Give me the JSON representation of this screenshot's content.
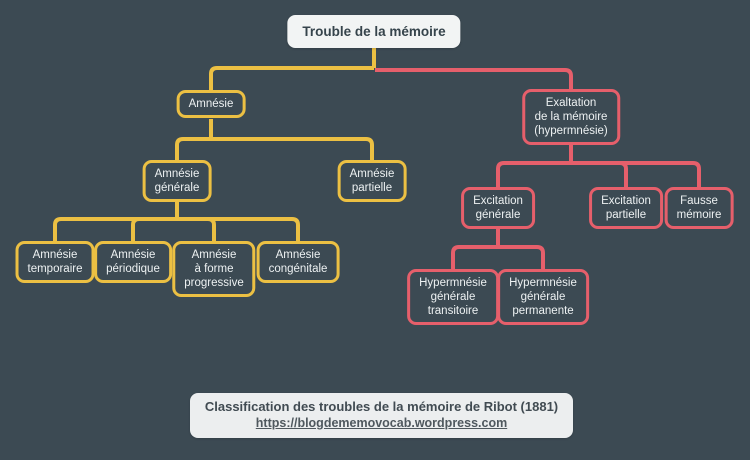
{
  "colors": {
    "background": "#3C4A53",
    "amnesia_branch": "#ECC043",
    "hypermnesia_branch": "#E65F6B",
    "node_text": "#EDF1F2",
    "root_box_bg": "#F2F4F4",
    "root_text": "#36444C",
    "footer_bg": "#ECEEEF",
    "footer_text": "#414B52",
    "footer_link_text": "#4F585E"
  },
  "diagram": {
    "root": {
      "label": "Trouble de la mémoire",
      "children": [
        {
          "label": "Amnésie",
          "children": [
            {
              "label": "Amnésie\ngénérale",
              "children": [
                {
                  "label": "Amnésie\ntemporaire"
                },
                {
                  "label": "Amnésie\npériodique"
                },
                {
                  "label": "Amnésie\nà forme\nprogressive"
                },
                {
                  "label": "Amnésie\ncongénitale"
                }
              ]
            },
            {
              "label": "Amnésie\npartielle"
            }
          ]
        },
        {
          "label": "Exaltation\nde la mémoire\n(hypermnésie)",
          "children": [
            {
              "label": "Excitation\ngénérale",
              "children": [
                {
                  "label": "Hypermnésie\ngénérale\ntransitoire"
                },
                {
                  "label": "Hypermnésie\ngénérale\npermanente"
                }
              ]
            },
            {
              "label": "Excitation\npartielle"
            },
            {
              "label": "Fausse\nmémoire"
            }
          ]
        }
      ]
    }
  },
  "footer": {
    "title": "Classification des troubles de la mémoire de Ribot (1881)",
    "link": "https://blogdememovocab.wordpress.com"
  }
}
